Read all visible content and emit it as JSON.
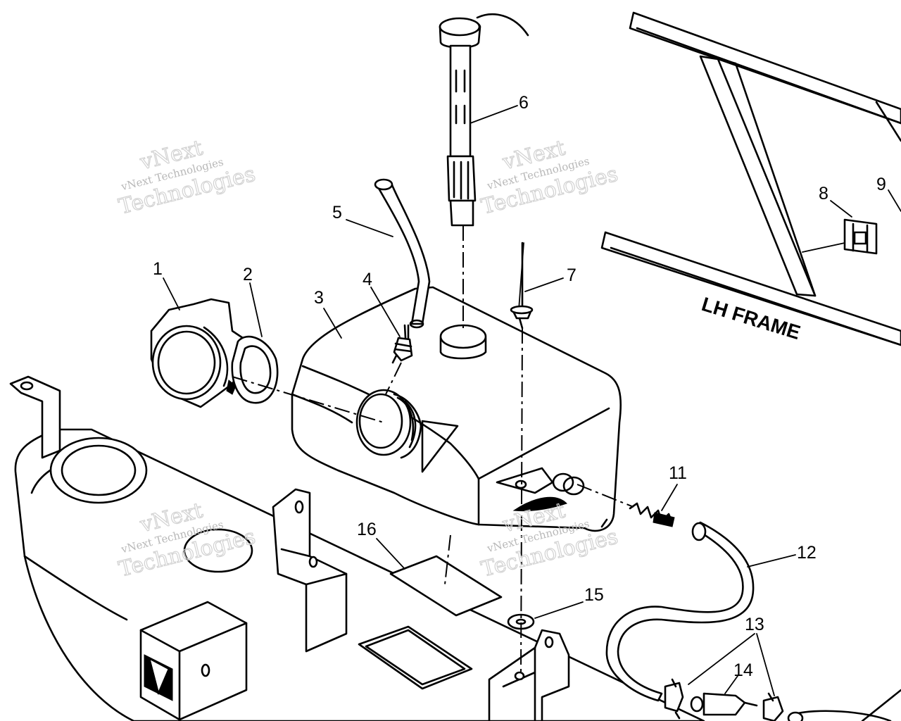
{
  "watermark": {
    "line1": "vNext",
    "line2": "vNext Technologies",
    "line3": "Technologies"
  },
  "frame_label": "LH FRAME",
  "callouts": [
    {
      "id": "1",
      "label": "1"
    },
    {
      "id": "2",
      "label": "2"
    },
    {
      "id": "3",
      "label": "3"
    },
    {
      "id": "4",
      "label": "4"
    },
    {
      "id": "5",
      "label": "5"
    },
    {
      "id": "6",
      "label": "6"
    },
    {
      "id": "7",
      "label": "7"
    },
    {
      "id": "8",
      "label": "8"
    },
    {
      "id": "9",
      "label": "9"
    },
    {
      "id": "11",
      "label": "11"
    },
    {
      "id": "12",
      "label": "12"
    },
    {
      "id": "13",
      "label": "13"
    },
    {
      "id": "14",
      "label": "14"
    },
    {
      "id": "15",
      "label": "15"
    },
    {
      "id": "16",
      "label": "16"
    }
  ]
}
